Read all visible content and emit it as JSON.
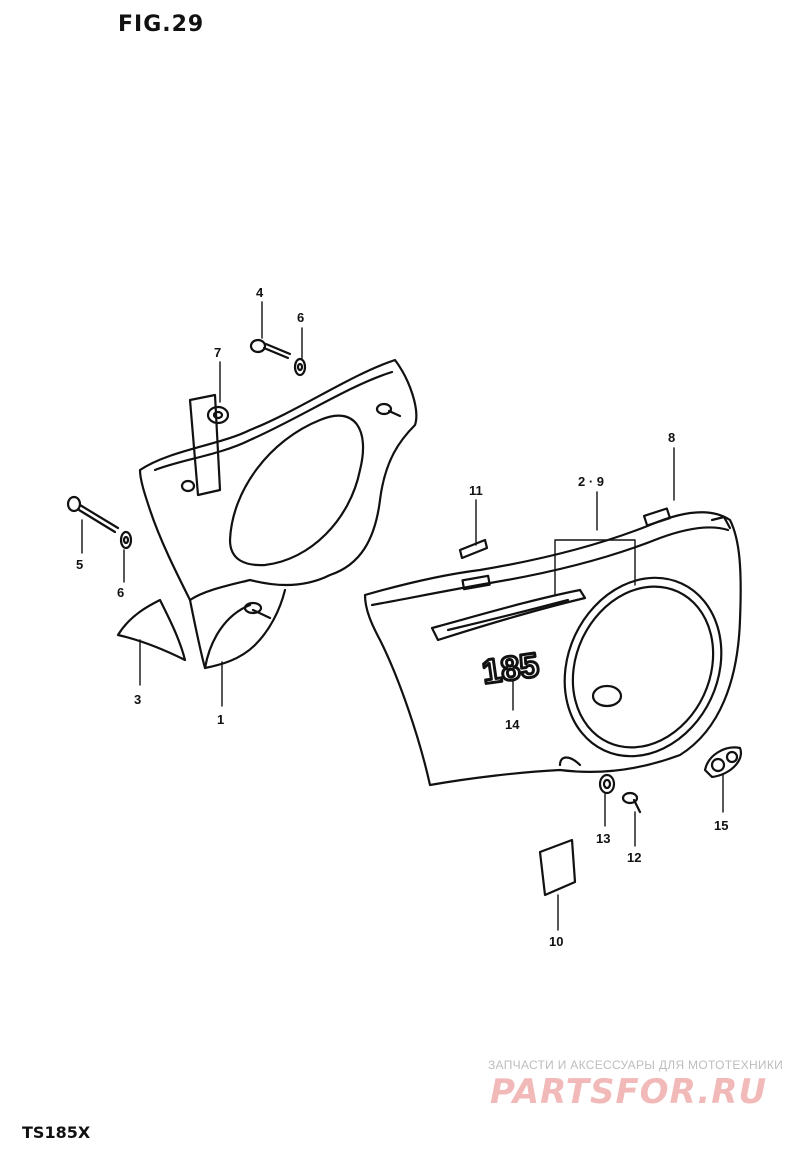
{
  "figure": {
    "title": "FIG.29",
    "model": "TS185X"
  },
  "callouts": {
    "c1": "1",
    "c3": "3",
    "c4": "4",
    "c5": "5",
    "c6a": "6",
    "c6b": "6",
    "c7": "7",
    "c8": "8",
    "c29": "2 · 9",
    "c10": "10",
    "c11": "11",
    "c12": "12",
    "c13": "13",
    "c14": "14",
    "c15": "15"
  },
  "emblem": {
    "text": "185"
  },
  "watermark": {
    "line1": "ЗАПЧАСТИ И АКСЕССУАРЫ ДЛЯ МОТОТЕХНИКИ",
    "logo": "PARTSFOR.RU"
  },
  "colors": {
    "ink": "#111111",
    "watermark_text": "#bdbdbd",
    "watermark_logo": "#f2b9b9"
  }
}
